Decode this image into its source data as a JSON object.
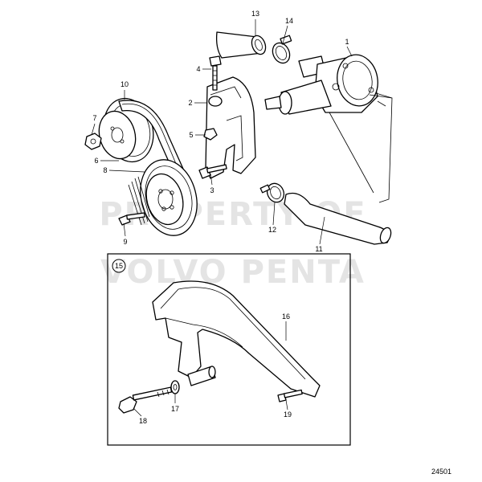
{
  "diagram": {
    "watermark": {
      "line1": "PROPERTY OF",
      "line2": "VOLVO PENTA"
    },
    "drawing_number": "24501",
    "inset_label": "15",
    "callouts": [
      "1",
      "2",
      "3",
      "4",
      "5",
      "6",
      "7",
      "8",
      "9",
      "10",
      "11",
      "12",
      "13",
      "14",
      "16",
      "17",
      "18",
      "19"
    ]
  }
}
